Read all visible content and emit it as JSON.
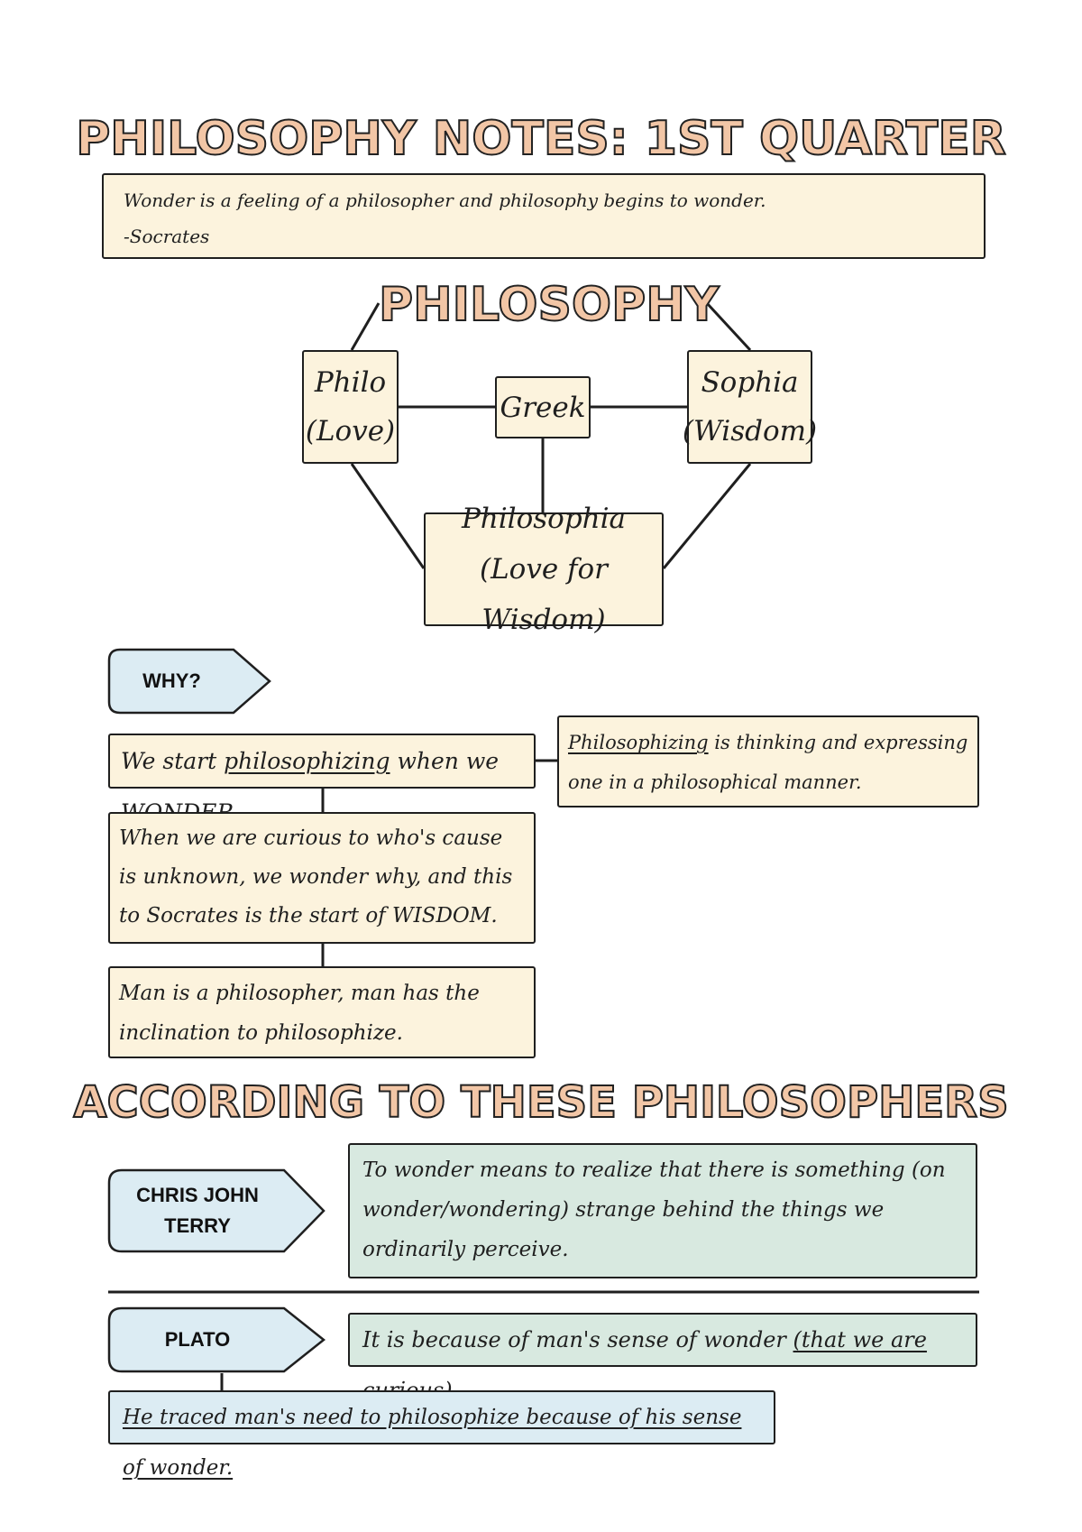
{
  "header": {
    "title": "PHILOSOPHY NOTES: 1ST QUARTER"
  },
  "quote": {
    "text": "Wonder is a feeling of a philosopher and philosophy begins to wonder.",
    "author": "-Socrates"
  },
  "etymology": {
    "title": "PHILOSOPHY",
    "philo": {
      "word": "Philo",
      "meaning": "(Love)"
    },
    "greek": "Greek",
    "sophia": {
      "word": "Sophia",
      "meaning": "(Wisdom)"
    },
    "philosophia": {
      "word": "Philosophia",
      "meaning": "(Love for Wisdom)"
    }
  },
  "why": {
    "label": "WHY?",
    "wonder": {
      "pre": "We start ",
      "term": "philosophizing",
      "post": " when we WONDER"
    },
    "definition": {
      "term": "Philosophizing",
      "post": " is thinking and expressing one in a philosophical manner."
    },
    "curious": "When we are curious to who's cause is unknown, we wonder why, and this to Socrates is the start of WISDOM.",
    "man": "Man is a philosopher, man has the inclination to philosophize."
  },
  "philosophers": {
    "title": "ACCORDING TO THESE PHILOSOPHERS",
    "terry": {
      "name": "CHRIS JOHN TERRY",
      "text": "To wonder means to realize that there is something (on wonder/wondering) strange behind the things we ordinarily perceive."
    },
    "plato": {
      "name": "PLATO",
      "text_pre": "It is because of man's sense of wonder ",
      "text_ul": "(that we are curious).",
      "traced": "He traced man's need to philosophize because of his sense of wonder."
    }
  }
}
